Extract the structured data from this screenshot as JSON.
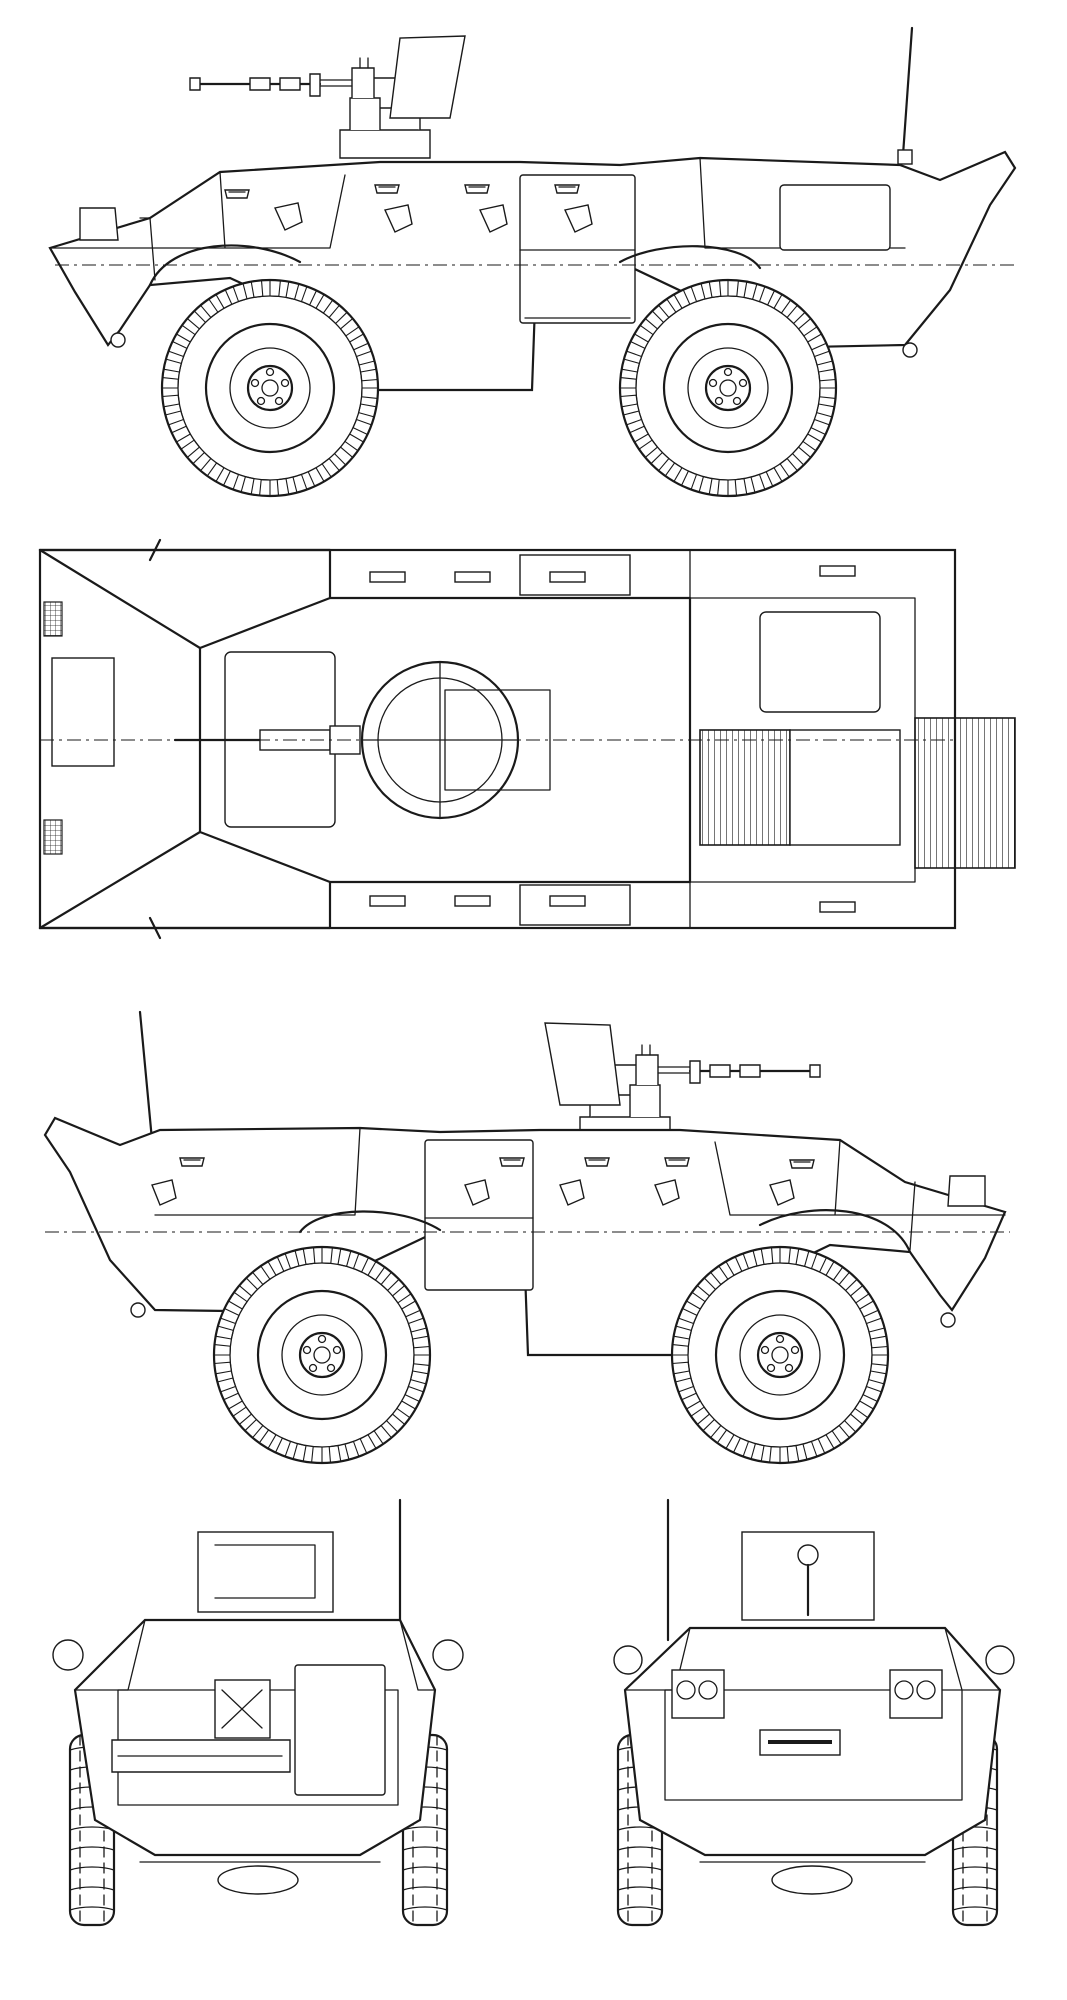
{
  "drawing": {
    "subject": "",
    "views": [
      {
        "id": "left-side"
      },
      {
        "id": "top"
      },
      {
        "id": "right-side"
      },
      {
        "id": "rear"
      },
      {
        "id": "front"
      }
    ]
  },
  "colors": {
    "ink": "#1a1a1a",
    "paper": "#ffffff"
  }
}
